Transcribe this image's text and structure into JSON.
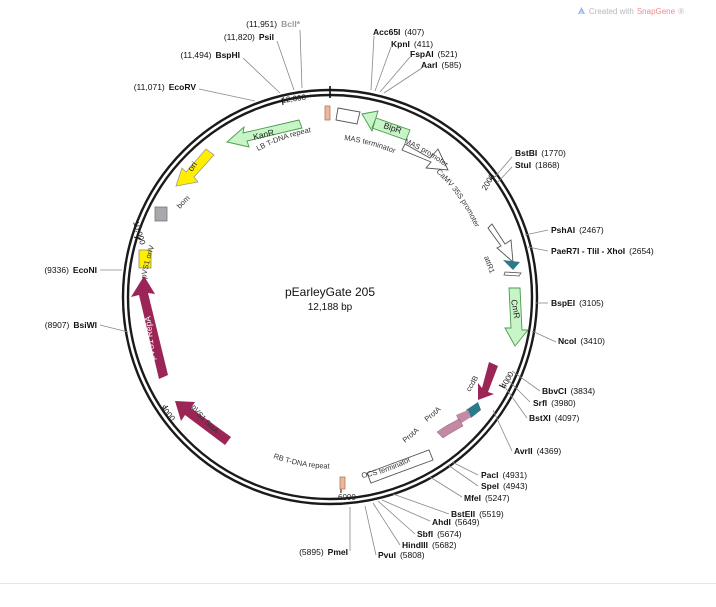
{
  "credit": {
    "prefix": "Created with ",
    "brand": "SnapGene",
    "mark": "®"
  },
  "plasmid": {
    "name": "pEarleyGate 205",
    "length_text": "12,188 bp",
    "length_bp": 12188
  },
  "axis_ticks": [
    {
      "bp": 2000,
      "label": "2000"
    },
    {
      "bp": 4000,
      "label": "4000"
    },
    {
      "bp": 6000,
      "label": "6000"
    },
    {
      "bp": 8000,
      "label": "8000"
    },
    {
      "bp": 10000,
      "label": "10,000"
    },
    {
      "bp": 12000,
      "label": "12,000"
    }
  ],
  "sites_right": [
    {
      "name": "Acc65I",
      "pos": "(407)"
    },
    {
      "name": "KpnI",
      "pos": "(411)"
    },
    {
      "name": "FspAI",
      "pos": "(521)"
    },
    {
      "name": "AarI",
      "pos": "(585)"
    },
    {
      "name": "BstBI",
      "pos": "(1770)"
    },
    {
      "name": "StuI",
      "pos": "(1868)"
    },
    {
      "name": "PshAI",
      "pos": "(2467)"
    },
    {
      "name": "PaeR7I - TliI - XhoI",
      "pos": "(2654)"
    },
    {
      "name": "BspEI",
      "pos": "(3105)"
    },
    {
      "name": "NcoI",
      "pos": "(3410)"
    },
    {
      "name": "BbvCI",
      "pos": "(3834)"
    },
    {
      "name": "SrfI",
      "pos": "(3980)"
    },
    {
      "name": "BstXI",
      "pos": "(4097)"
    },
    {
      "name": "AvrII",
      "pos": "(4369)"
    },
    {
      "name": "PacI",
      "pos": "(4931)"
    },
    {
      "name": "SpeI",
      "pos": "(4943)"
    },
    {
      "name": "MfeI",
      "pos": "(5247)"
    },
    {
      "name": "BstEII",
      "pos": "(5519)"
    },
    {
      "name": "AhdI",
      "pos": "(5649)"
    },
    {
      "name": "SbfI",
      "pos": "(5674)"
    },
    {
      "name": "HindIII",
      "pos": "(5682)"
    },
    {
      "name": "PvuI",
      "pos": "(5808)"
    }
  ],
  "sites_left": [
    {
      "name": "BclI",
      "pos": "(11,951)",
      "mark": "*"
    },
    {
      "name": "PsiI",
      "pos": "(11,820)"
    },
    {
      "name": "BspHI",
      "pos": "(11,494)"
    },
    {
      "name": "EcoRV",
      "pos": "(11,071)"
    },
    {
      "name": "EcoNI",
      "pos": "(9336)"
    },
    {
      "name": "BsiWI",
      "pos": "(8907)"
    },
    {
      "name": "PmeI",
      "pos": "(5895)"
    }
  ],
  "features": {
    "BlpR": "BlpR",
    "KanR": "KanR",
    "ori": "ori",
    "CmR": "CmR",
    "ccdB": "ccdB",
    "pVS1_RepA": "pVS1 RepA",
    "pVS1_StaA": "pVS1 StaA",
    "MAS_promoter": "MAS promoter",
    "MAS_terminator": "MAS terminator",
    "LB_repeat": "LB T-DNA repeat",
    "CaMV_promoter": "CaMV 35S promoter",
    "attR1": "attR1",
    "bom": "bom",
    "pVS1_oriV": "pVS1 oriV",
    "ProtA_1": "ProtA",
    "ProtA_2": "ProtA",
    "OCS_terminator": "OCS terminator",
    "RB_repeat": "RB T-DNA repeat"
  },
  "colors": {
    "green": "#c8f5c8",
    "green_stroke": "#4a9a4a",
    "yellow": "#ffee00",
    "maroon": "#9b2557",
    "teal": "#2a7a8c",
    "mauve": "#c48aa5",
    "grey_box": "#a7a9ac",
    "repeat_tan": "#e9b99a"
  }
}
